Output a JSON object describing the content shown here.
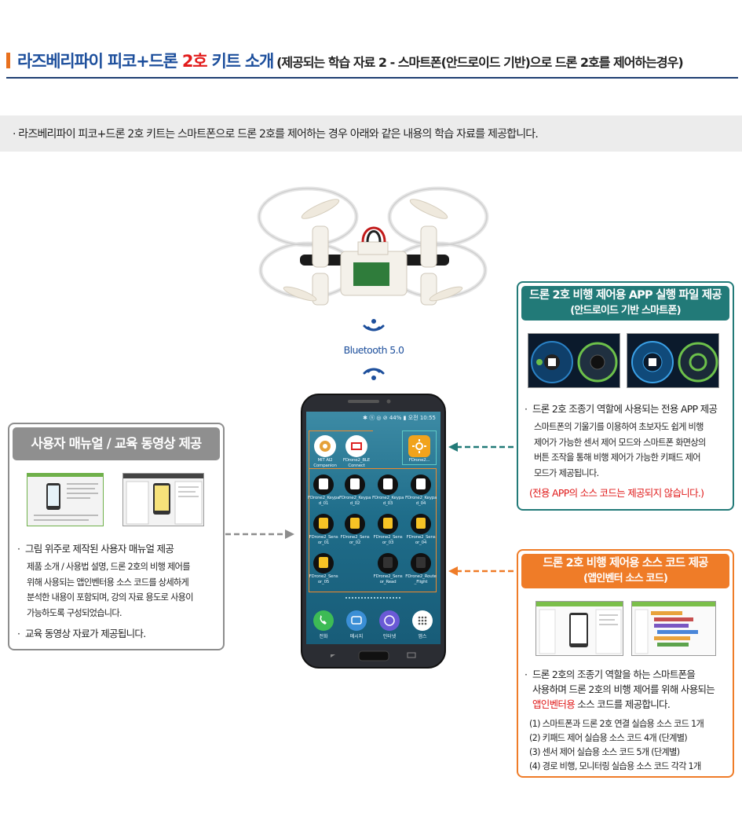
{
  "header": {
    "title_part1": "라즈베리파이 피코+드론 ",
    "title_red": "2호",
    "title_part2": " 키트 소개",
    "subtitle": "(제공되는 학습 자료 2 - 스마트폰(안드로이드 기반)으로 드론 2호를 제어하는경우)"
  },
  "intro": "· 라즈베리파이 피코+드론 2호 키트는 스마트폰으로 드론 2호를 제어하는 경우 아래와 같은 내용의 학습 자료를 제공합니다.",
  "bluetooth_label": "Bluetooth 5.0",
  "phone": {
    "status": "✱ ⓝ ◎ ⊘ 44% ▮ 오전 10:55",
    "apps_row1": [
      {
        "name": "MIT AI2 Companion"
      },
      {
        "name": "FDrone2_BLE Connect"
      },
      {
        "name": "FDrone2..."
      }
    ],
    "apps_row2": [
      "FDrone2_Keypa d_01",
      "FDrone2_Keypa d_02",
      "FDrone2_Keypa d_03",
      "FDrone2_Keypa d_04"
    ],
    "apps_row3": [
      "FDrone2_Sens or_01",
      "FDrone2_Sens or_02",
      "FDrone2_Sens or_03",
      "FDrone2_Sens or_04"
    ],
    "apps_row4": [
      "FDrone2_Sens or_05",
      "FDrone2_Sens or_Read",
      "FDrone2_Route _Flight"
    ],
    "dock": [
      "전화",
      "메시지",
      "인터넷",
      "앱스"
    ]
  },
  "left_box": {
    "heading": "사용자 매뉴얼 / 교육 동영상 제공",
    "bullet1": "그림 위주로 제작된 사용자 매뉴얼 제공",
    "desc_lines": [
      "제품 소개 / 사용법 설명, 드론 2호의 비행 제어를",
      "위해 사용되는 앱인벤터용 소스 코드를 상세하게",
      "분석한 내용이 포함되며, 강의 자료 용도로 사용이",
      "가능하도록 구성되었습니다."
    ],
    "bullet2": "교육 동영상 자료가 제공됩니다."
  },
  "right_box1": {
    "heading1": "드론 2호 비행 제어용 APP 실행 파일 제공",
    "heading2": "(안드로이드 기반 스마트폰)",
    "bullet": "드론 2호 조종기 역할에 사용되는 전용 APP 제공",
    "desc_lines": [
      "스마트폰의 기울기를 이용하여 초보자도 쉽게 비행",
      "제어가 가능한 센서 제어 모드와 스마트폰 화면상의",
      "버튼 조작을 통해 비행 제어가 가능한 키패드 제어",
      "모드가 제공됩니다."
    ],
    "note": "(전용 APP의 소스 코드는 제공되지 않습니다.)"
  },
  "right_box2": {
    "heading1": "드론 2호 비행 제어용 소스 코드 제공",
    "heading2": "(앱인벤터 소스 코드)",
    "bullet_lines": [
      "드론 2호의 조종기 역할을 하는 스마트폰을",
      "사용하며 드론 2호의 비행 제어를 위해 사용되는"
    ],
    "bullet_red": "앱인벤터용",
    "bullet_tail": " 소스 코드를 제공합니다.",
    "list": [
      "(1) 스마트폰과 드론 2호 연결 실습용 소스 코드 1개",
      "(2) 키패드 제어 실습용 소스 코드 4개 (단계별)",
      "(3) 센서 제어 실습용 소스 코드 5개 (단계별)",
      "(4) 경로 비행, 모니터링 실습용 소스 코드 각각 1개"
    ]
  },
  "colors": {
    "title_blue": "#1d4f9c",
    "accent_red": "#e21b1b",
    "orange": "#ef7c28",
    "teal": "#227a78",
    "gray": "#8f8f8f"
  }
}
